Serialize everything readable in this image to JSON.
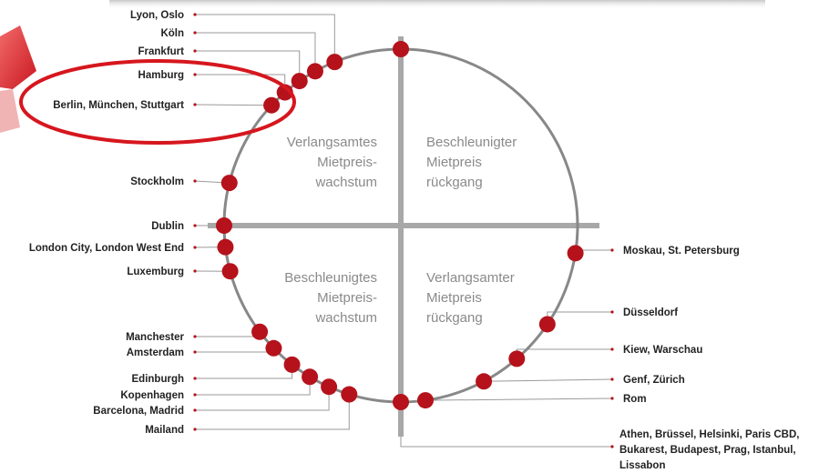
{
  "colors": {
    "marker": "#b5121b",
    "highlight": "#d6161e",
    "circle": "#888888",
    "axes": "#a8a8a8",
    "leader": "#9a9a9a",
    "label": "#222222",
    "quadrant_text": "#8a8a8a"
  },
  "quadrants": {
    "top_left": [
      "Verlangsamtes",
      "Mietpreis-",
      "wachstum"
    ],
    "top_right": [
      "Beschleunigter",
      "Mietpreis",
      "rückgang"
    ],
    "bottom_left": [
      "Beschleunigtes",
      "Mietpreis-",
      "wachstum"
    ],
    "bottom_right": [
      "Verlangsamter",
      "Mietpreis",
      "rückgang"
    ]
  },
  "cities_left": [
    "Lyon, Oslo",
    "Köln",
    "Frankfurt",
    "Hamburg",
    "Berlin, München, Stuttgart",
    "Stockholm",
    "Dublin",
    "London City, London West End",
    "Luxemburg",
    "Manchester",
    "Amsterdam",
    "Edinburgh",
    "Kopenhagen",
    "Barcelona, Madrid",
    "Mailand"
  ],
  "cities_right": [
    "Moskau, St. Petersburg",
    "Düsseldorf",
    "Kiew, Warschau",
    "Genf, Zürich",
    "Rom"
  ],
  "cities_bottom": [
    "Athen, Brüssel, Helsinki, Paris CBD,",
    "Bukarest, Budapest, Prag, Istanbul,",
    "Lissabon"
  ],
  "highlighted_group": "Berlin, München, Stuttgart"
}
